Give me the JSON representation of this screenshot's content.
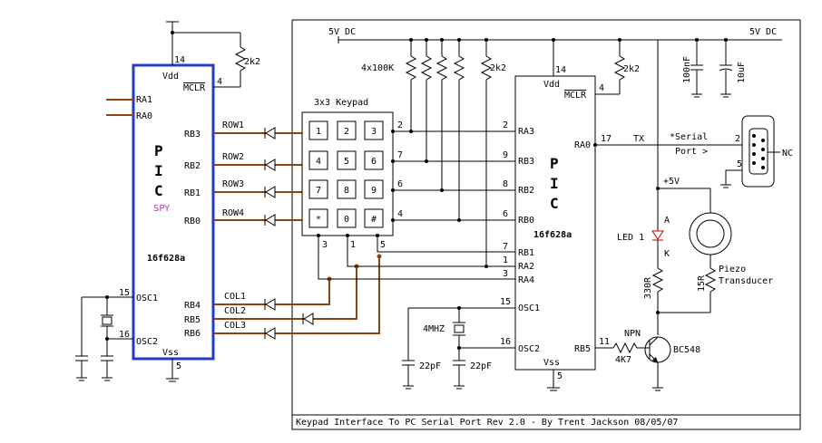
{
  "title_bar": "Keypad Interface To PC Serial Port Rev 2.0 - By Trent Jackson 08/05/07",
  "supply": {
    "left": "5V DC",
    "right": "5V DC",
    "plus5v": "+5V"
  },
  "spy_chip": {
    "name_letters": [
      "P",
      "I",
      "C"
    ],
    "tag": "SPY",
    "part": "16f628a",
    "vdd": "Vdd",
    "vdd_pin": "14",
    "mclr": "MCLR",
    "mclr_pin": "4",
    "vss": "Vss",
    "vss_pin": "5",
    "osc1": "OSC1",
    "osc1_pin": "15",
    "osc2": "OSC2",
    "osc2_pin": "16",
    "ra1": "RA1",
    "ra0": "RA0",
    "rb3": "RB3",
    "rb2": "RB2",
    "rb1": "RB1",
    "rb0": "RB0",
    "rb4": "RB4",
    "rb5": "RB5",
    "rb6": "RB6",
    "r_mclr": "2k2"
  },
  "rows": [
    "ROW1",
    "ROW2",
    "ROW3",
    "ROW4"
  ],
  "cols": [
    "COL1",
    "COL2",
    "COL3"
  ],
  "keypad": {
    "label": "3x3 Keypad",
    "keys": [
      "1",
      "2",
      "3",
      "4",
      "5",
      "6",
      "7",
      "8",
      "9",
      "*",
      "0",
      "#"
    ],
    "row_pins": [
      "2",
      "7",
      "6",
      "4"
    ],
    "col_pins": [
      "3",
      "1",
      "5"
    ]
  },
  "main_chip": {
    "name_letters": [
      "P",
      "I",
      "C"
    ],
    "part": "16f628a",
    "vdd": "Vdd",
    "vdd_pin": "14",
    "mclr": "MCLR",
    "mclr_pin": "4",
    "vss": "Vss",
    "vss_pin": "5",
    "osc1": "OSC1",
    "osc1_pin": "15",
    "osc2": "OSC2",
    "osc2_pin": "16",
    "ra0": "RA0",
    "ra0_pin": "17",
    "rb5": "RB5",
    "rb5_pin": "11",
    "inputs": [
      {
        "pin": "2",
        "name": "RA3"
      },
      {
        "pin": "9",
        "name": "RB3"
      },
      {
        "pin": "8",
        "name": "RB2"
      },
      {
        "pin": "6",
        "name": "RB0"
      },
      {
        "pin": "7",
        "name": "RB1"
      },
      {
        "pin": "1",
        "name": "RA2"
      },
      {
        "pin": "3",
        "name": "RA4"
      }
    ]
  },
  "components": {
    "pullups": "4x100K",
    "r_pullup": "2k2",
    "r_mclr": "2k2",
    "cap_100n": "100nF",
    "cap_10u": "10uF",
    "crystal": "4MHZ",
    "cap_22p_a": "22pF",
    "cap_22p_b": "22pF",
    "r_base": "4K7",
    "transistor": "NPN",
    "transistor_part": "BC548",
    "led": "LED 1",
    "led_a": "A",
    "led_k": "K",
    "r_led": "330R",
    "r_piezo": "15R",
    "piezo": [
      "Piezo",
      "Transducer"
    ]
  },
  "serial": {
    "tx": "TX",
    "label_line1": "*Serial",
    "label_line2": "Port >",
    "pin2": "2",
    "pin5": "5",
    "nc": "NC"
  }
}
